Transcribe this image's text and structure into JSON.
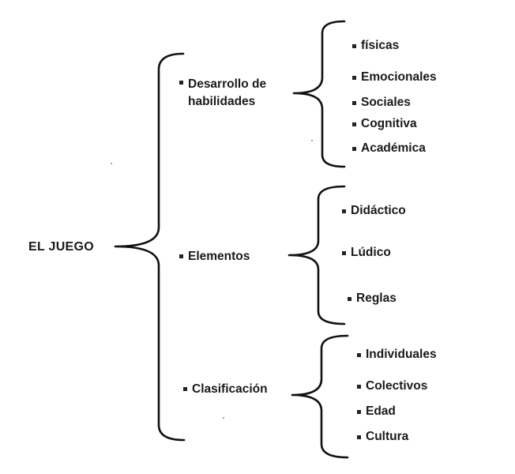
{
  "root": {
    "label": "EL JUEGO"
  },
  "categories": [
    {
      "label": "Desarrollo de\nhabilidades",
      "items": [
        "físicas",
        "Emocionales",
        "Sociales",
        "Cognitiva",
        "Académica"
      ]
    },
    {
      "label": "Elementos",
      "items": [
        "Didáctico",
        "Lúdico",
        "Reglas"
      ]
    },
    {
      "label": "Clasificación",
      "items": [
        "Individuales",
        "Colectivos",
        "Edad",
        "Cultura"
      ]
    }
  ],
  "colors": {
    "ink": "#111111",
    "background": "#ffffff"
  }
}
